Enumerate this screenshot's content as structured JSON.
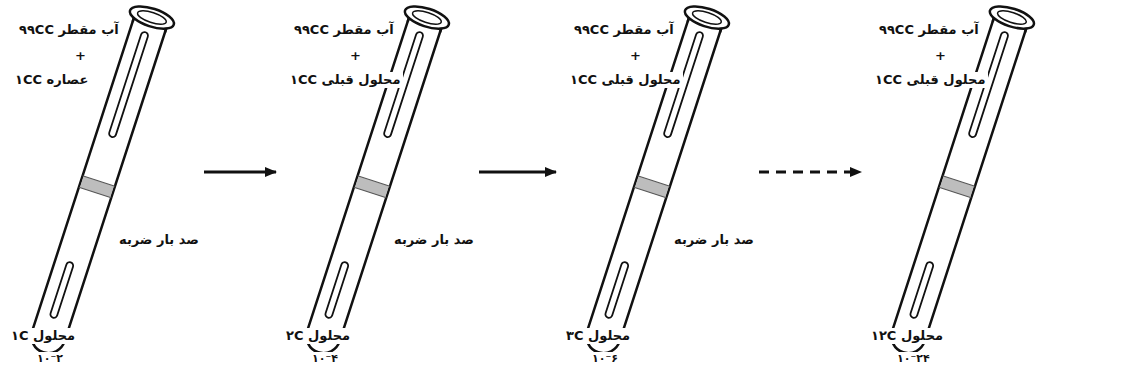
{
  "diagram": {
    "nodes": [
      {
        "text": [
          "۹۹CC آب مقطر",
          "+",
          "۱CC عصاره",
          "صد بار ضربه",
          "۱C محلول",
          "۱۰⁻۲"
        ]
      },
      {
        "text": [
          "۹۹CC آب مقطر",
          "+",
          "۱CC محلول قبلی",
          "صد بار ضربه",
          "۲C محلول",
          "۱۰⁻۴"
        ]
      },
      {
        "text": [
          "۹۹CC آب مقطر",
          "+",
          "۱CC محلول قبلی",
          "صد بار ضربه",
          "۳C محلول",
          "۱۰⁻۶"
        ]
      },
      {
        "text": [
          "۹۹CC آب مقطر",
          "+",
          "۱CC محلول قبلی",
          "۱۲C محلول",
          "۱۰⁻۲۴"
        ]
      }
    ],
    "edges": [
      {
        "from": 0,
        "to": 1,
        "arrow": "to"
      },
      {
        "from": 1,
        "to": 2,
        "arrow": "to"
      },
      {
        "from": 2,
        "to": 3,
        "arrow": "to"
      }
    ]
  }
}
